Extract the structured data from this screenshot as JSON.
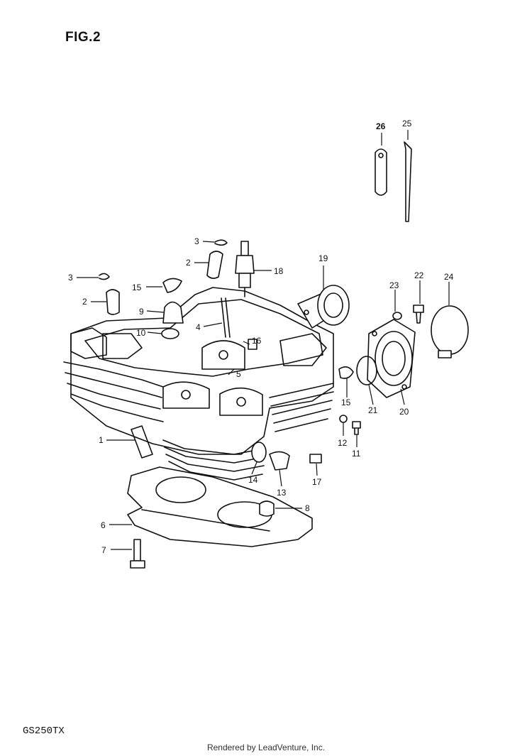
{
  "figure": {
    "title": "FIG.2",
    "model": "GS250TX"
  },
  "footer": "Rendered by LeadVenture, Inc.",
  "callouts": [
    {
      "id": "c26",
      "label": "26"
    },
    {
      "id": "c25",
      "label": "25"
    },
    {
      "id": "c3a",
      "label": "3"
    },
    {
      "id": "c2a",
      "label": "2"
    },
    {
      "id": "c18",
      "label": "18"
    },
    {
      "id": "c19",
      "label": "19"
    },
    {
      "id": "c3b",
      "label": "3"
    },
    {
      "id": "c15a",
      "label": "15"
    },
    {
      "id": "c2b",
      "label": "2"
    },
    {
      "id": "c9",
      "label": "9"
    },
    {
      "id": "c10",
      "label": "10"
    },
    {
      "id": "c4",
      "label": "4"
    },
    {
      "id": "c16",
      "label": "16"
    },
    {
      "id": "c5",
      "label": "5"
    },
    {
      "id": "c23",
      "label": "23"
    },
    {
      "id": "c22",
      "label": "22"
    },
    {
      "id": "c24",
      "label": "24"
    },
    {
      "id": "c15b",
      "label": "15"
    },
    {
      "id": "c21",
      "label": "21"
    },
    {
      "id": "c20",
      "label": "20"
    },
    {
      "id": "c12",
      "label": "12"
    },
    {
      "id": "c11",
      "label": "11"
    },
    {
      "id": "c1",
      "label": "1"
    },
    {
      "id": "c14",
      "label": "14"
    },
    {
      "id": "c13",
      "label": "13"
    },
    {
      "id": "c17",
      "label": "17"
    },
    {
      "id": "c8",
      "label": "8"
    },
    {
      "id": "c6",
      "label": "6"
    },
    {
      "id": "c7",
      "label": "7"
    }
  ]
}
